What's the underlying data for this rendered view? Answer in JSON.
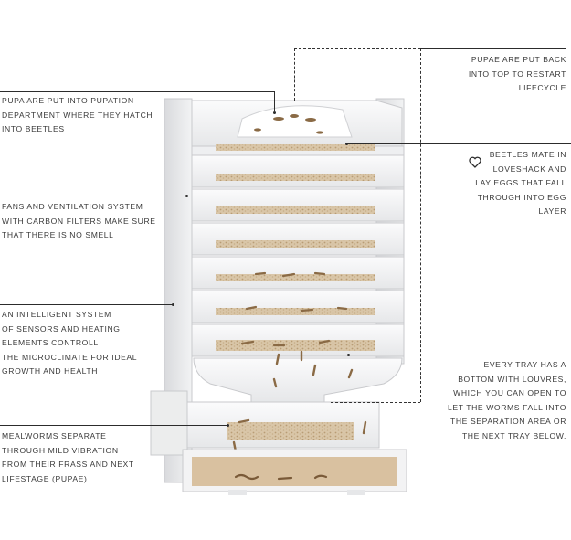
{
  "labels": {
    "pupae_back": "PUPAE ARE PUT BACK\nINTO TOP TO RESTART\nLIFECYCLE",
    "pupa_department": "PUPA ARE PUT INTO PUPATION\nDEPARTMENT WHERE THEY HATCH\nINTO BEETLES",
    "beetles_mate": "BEETLES MATE IN\nLOVESHACK AND\nLAY EGGS THAT FALL\nTHROUGH INTO EGG\nLAYER",
    "fans": "FANS AND VENTILATION SYSTEM\nWITH CARBON FILTERS MAKE SURE\nTHAT THERE IS NO SMELL",
    "intelligent": "AN INTELLIGENT SYSTEM\nOF SENSORS AND HEATING\nELEMENTS CONTROLL\nTHE MICROCLIMATE FOR IDEAL\nGROWTH AND HEALTH",
    "tray_louvres": "EVERY TRAY HAS A\nBOTTOM WITH LOUVRES,\nWHICH YOU CAN OPEN TO\nLET THE WORMS FALL INTO\nTHE SEPARATION AREA OR\nTHE NEXT TRAY BELOW.",
    "separate": "MEALWORMS SEPARATE\nTHROUGH MILD VIBRATION\nFROM THEIR FRASS AND NEXT\nLIFESTAGE (PUPAE)"
  },
  "icons": {
    "heart": "heart-outline-icon"
  },
  "colors": {
    "frame": "#e4e5e7",
    "frame_dark": "#c9cacd",
    "substrate": "#cdb79a",
    "worm": "#8a6a45"
  }
}
